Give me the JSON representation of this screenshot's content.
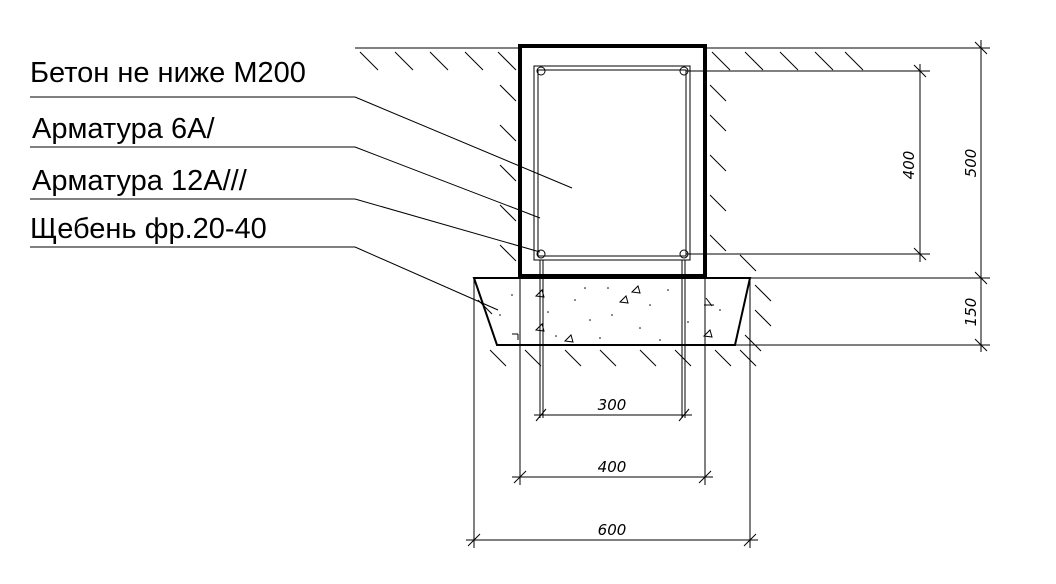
{
  "labels": {
    "concrete": "Бетон не ниже М200",
    "rebar_6": "Арматура 6А/",
    "rebar_12": "Арматура 12А///",
    "gravel": "Щебень фр.20-40"
  },
  "dimensions": {
    "cage_height": "400",
    "column_height": "500",
    "gravel_height": "150",
    "cage_width": "300",
    "column_width": "400",
    "base_width": "600"
  }
}
